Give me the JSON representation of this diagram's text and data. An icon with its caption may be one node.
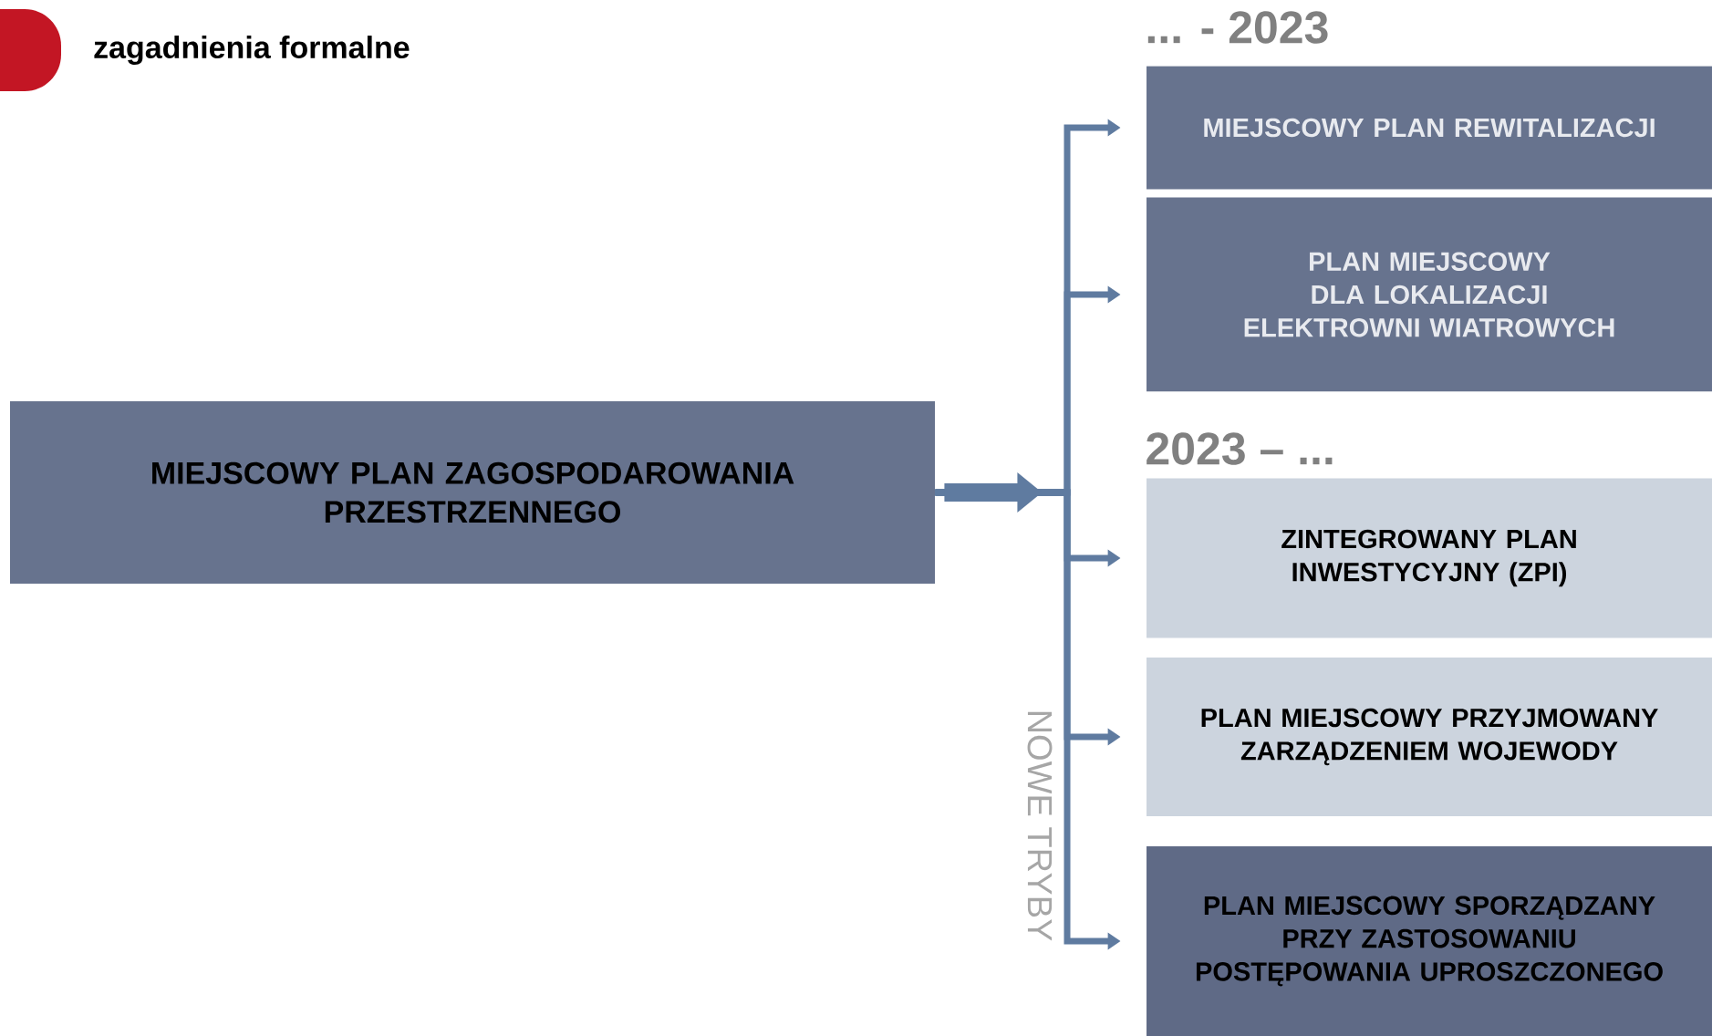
{
  "diagram": {
    "title": "zagadnienia formalne",
    "nodes": [
      {
        "text": [],
        "shape": "circle"
      },
      {
        "text": [
          "MIEJSCOWY PLAN ZAGOSPODAROWANIA PRZESTRZENNEGO"
        ]
      },
      {
        "text": [
          "MIEJSCOWY PLAN REWITALIZACJI"
        ]
      },
      {
        "text": [
          "PLAN MIEJSCOWY DLA LOKALIZACJI ELEKTROWNI WIATROWYCH"
        ]
      },
      {
        "text": [
          "ZINTEGROWANY PLAN INWESTYCYJNY (ZPI)"
        ]
      },
      {
        "text": [
          "PLAN MIEJSCOWY PRZYJMOWANY ZARZĄDZENIEM WOJEWODY"
        ]
      },
      {
        "text": [
          "PLAN MIEJSCOWY SPORZĄDZANY PRZY ZASTOSOWANIU POSTĘPOWANIA UPROSZCZONEGO"
        ]
      }
    ],
    "edges": [
      {
        "from": 1,
        "to": 2,
        "arrow": "to"
      },
      {
        "from": 1,
        "to": 3,
        "arrow": "to"
      },
      {
        "from": 1,
        "to": 4,
        "arrow": "to"
      },
      {
        "from": 1,
        "to": 5,
        "arrow": "to"
      },
      {
        "from": 1,
        "to": 6,
        "arrow": "to"
      }
    ],
    "labels": [
      "... - 2023",
      "2023 – ...",
      "NOWE TRYBY"
    ]
  }
}
